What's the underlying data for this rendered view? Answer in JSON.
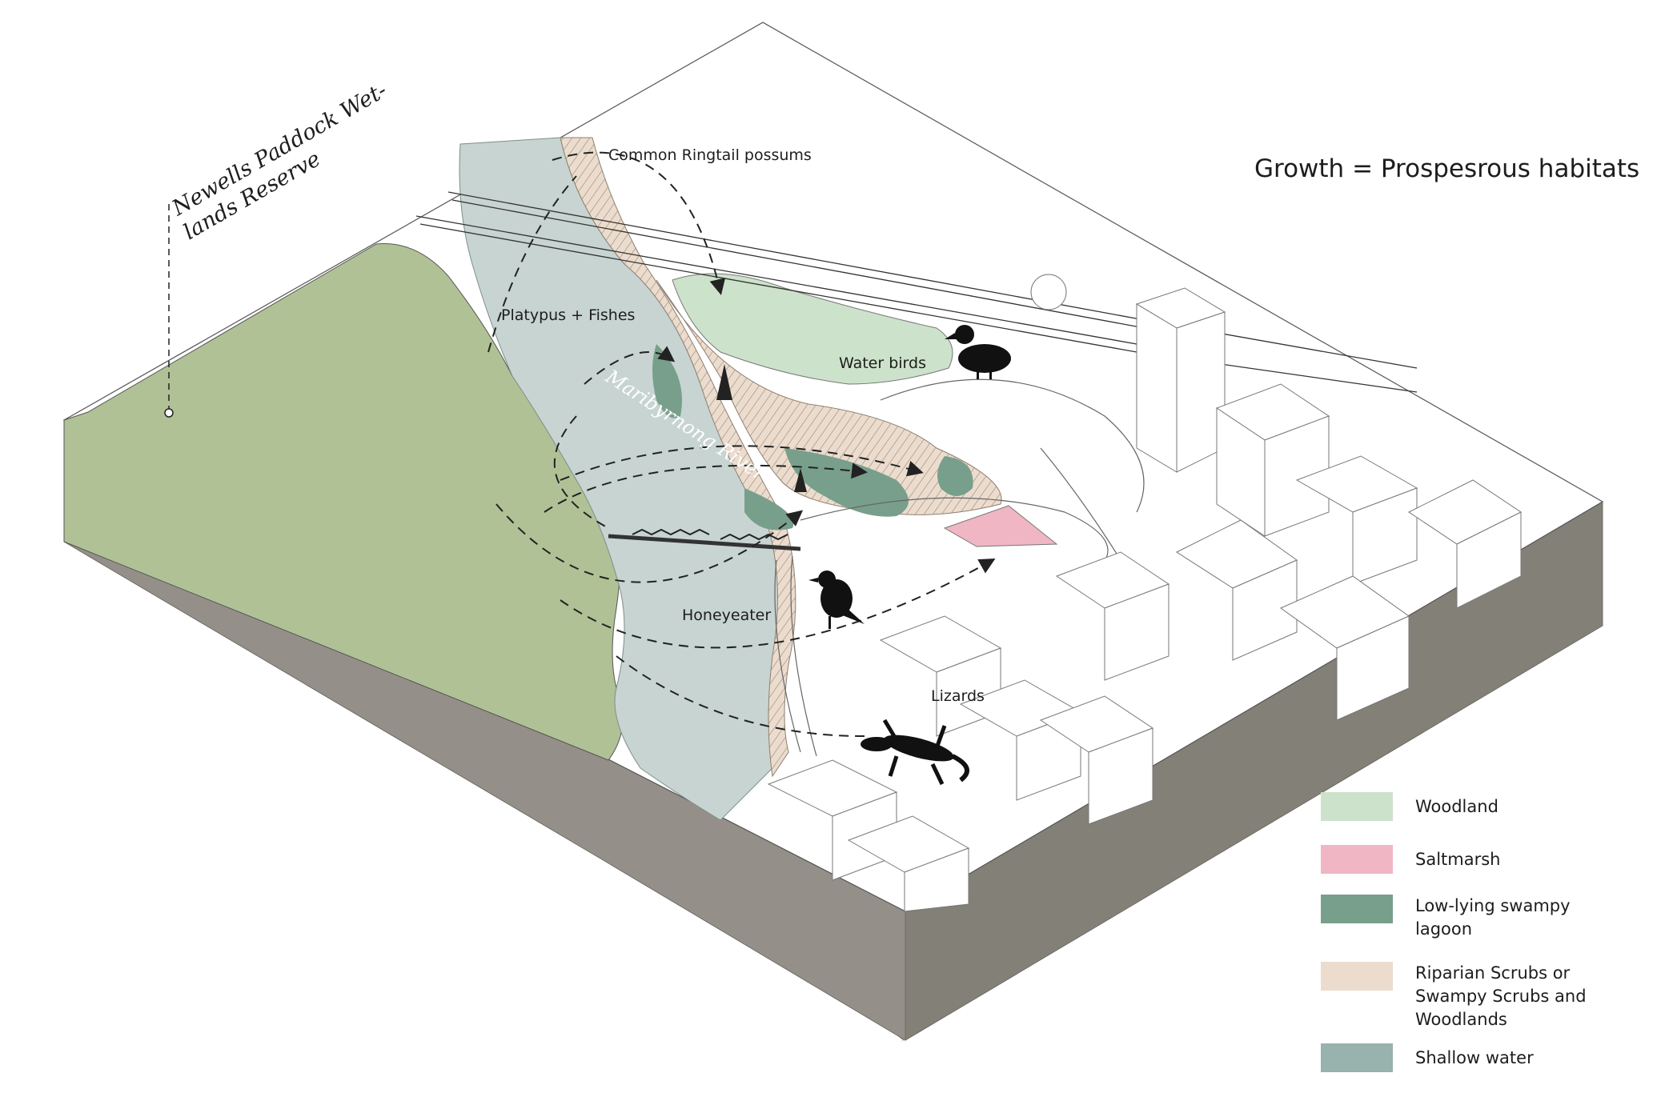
{
  "title": "Growth = Prospesrous habitats",
  "callout": {
    "line1": "Newells Paddock Wet-",
    "line2": "lands Reserve"
  },
  "river_label": "Maribyrnong River",
  "species_labels": {
    "possums": "Common Ringtail possums",
    "platypus": "Platypus + Fishes",
    "water_birds": "Water birds",
    "honeyeater": "Honeyeater",
    "lizards": "Lizards"
  },
  "legend": [
    {
      "label": "Woodland",
      "color": "#cde2ca"
    },
    {
      "label": "Saltmarsh",
      "color": "#f0b6c3"
    },
    {
      "label": "Low-lying swampy\nlagoon",
      "color": "#789f8b"
    },
    {
      "label": "Riparian Scrubs or\nSwampy Scrubs and\nWoodlands",
      "color": "#ebdccd"
    },
    {
      "label": "Shallow water",
      "color": "#98b2ae"
    }
  ],
  "colors": {
    "wetland_grass": "#b0c196",
    "block_front": "#949089",
    "block_side": "#838077",
    "shallow_water": "#c7d4d1"
  },
  "icons": [
    "duck-icon",
    "songbird-icon",
    "lizard-icon",
    "tree-icon",
    "bridge-icon"
  ]
}
